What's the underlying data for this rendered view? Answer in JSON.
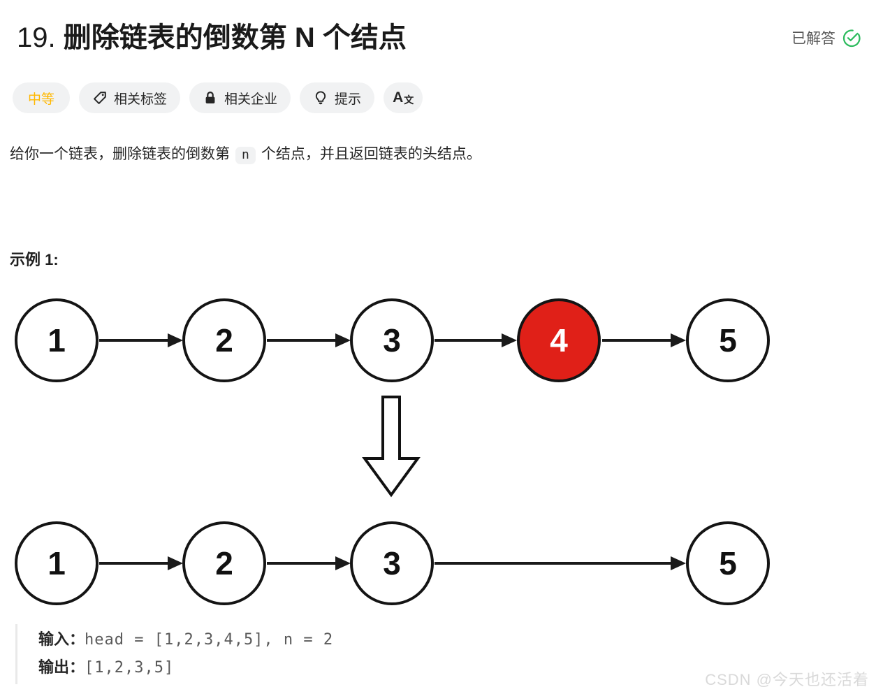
{
  "header": {
    "number": "19.",
    "title": "删除链表的倒数第 N 个结点",
    "solved_label": "已解答"
  },
  "badges": {
    "difficulty": "中等",
    "tags": "相关标签",
    "companies": "相关企业",
    "hint": "提示",
    "translate_a": "A",
    "translate_wen": "文"
  },
  "description": {
    "part1": "给你一个链表，删除链表的倒数第",
    "code_n": "n",
    "part2": "个结点，并且返回链表的头结点。"
  },
  "example": {
    "heading": "示例 1:",
    "input_label": "输入：",
    "input_value": "head = [1,2,3,4,5], n = 2",
    "output_label": "输出：",
    "output_value": "[1,2,3,5]"
  },
  "diagram": {
    "before": {
      "nodes": [
        "1",
        "2",
        "3",
        "4",
        "5"
      ],
      "highlighted_index": 3
    },
    "after": {
      "nodes": [
        "1",
        "2",
        "3",
        "5"
      ]
    },
    "highlight_color": "#e02018",
    "node_stroke_color": "#141414"
  },
  "colors": {
    "difficulty_medium": "#ffb800",
    "solved_green": "#2cbb5d",
    "highlight_red": "#e02018"
  },
  "watermark": "CSDN @今天也还活着"
}
